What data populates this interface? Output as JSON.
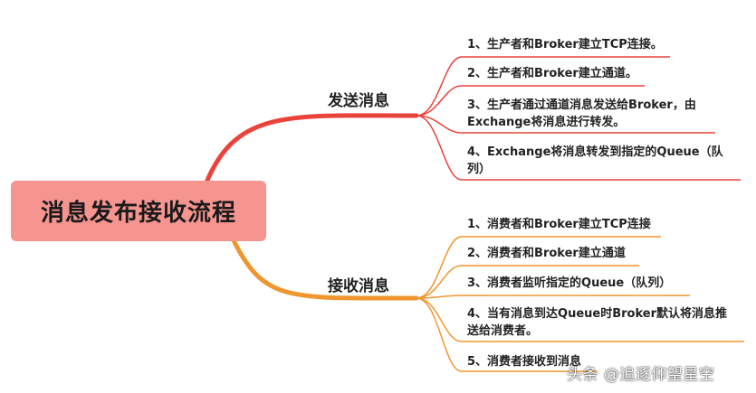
{
  "root": {
    "title": "消息发布接收流程"
  },
  "colors": {
    "root_bg": "#f6948f",
    "send_branch": "#e9433b",
    "receive_branch": "#f0962f"
  },
  "branches": [
    {
      "label": "发送消息",
      "items": [
        "1、生产者和Broker建立TCP连接。",
        "2、生产者和Broker建立通道。",
        "3、生产者通过通道消息发送给Broker，由\nExchange将消息进行转发。",
        "4、Exchange将消息转发到指定的Queue（队\n列）"
      ]
    },
    {
      "label": "接收消息",
      "items": [
        "1、消费者和Broker建立TCP连接",
        "2、消费者和Broker建立通道",
        "3、消费者监听指定的Queue（队列）",
        "4、当有消息到达Queue时Broker默认将消息推\n送给消费者。",
        "5、消费者接收到消息"
      ]
    }
  ],
  "watermark": "头条 @追逐仰望星空"
}
